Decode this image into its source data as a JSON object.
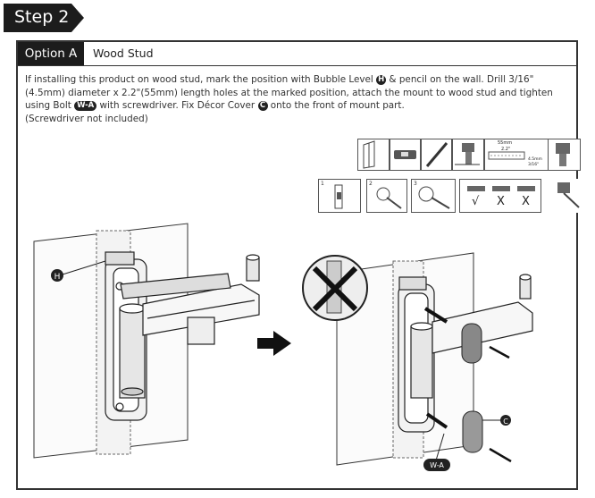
{
  "step": {
    "label": "Step 2"
  },
  "option": {
    "tag": "Option A",
    "title": "Wood Stud"
  },
  "instructions": {
    "part1": "If installing this product on wood stud, mark the position with Bubble Level ",
    "part2": " & pencil on the wall. Drill 3/16\"(4.5mm) diameter x 2.2\"(55mm) length holes at the marked position, attach the mount to wood stud and tighten using Bolt ",
    "part3": " with screwdriver. Fix Décor Cover ",
    "part4": " onto the front of mount part.",
    "note": "(Screwdriver not included)"
  },
  "badges": {
    "level": "H",
    "bolt": "W-A",
    "cover": "C"
  },
  "tool_strip": {
    "drill_spec_top": "55mm",
    "drill_spec_inch": "2.2\"",
    "drill_spec_dia": "4.5mm",
    "drill_spec_dia_inch": "3/16\""
  },
  "checks": {
    "ok": "√",
    "bad1": "X",
    "bad2": "X"
  },
  "steps_small": [
    "1",
    "2",
    "3"
  ],
  "callouts": {
    "left_h": "H",
    "right_c": "C",
    "right_wa": "W-A"
  },
  "colors": {
    "tab": "#1c1c1c",
    "frame": "#333333",
    "arrow": "#111111"
  }
}
